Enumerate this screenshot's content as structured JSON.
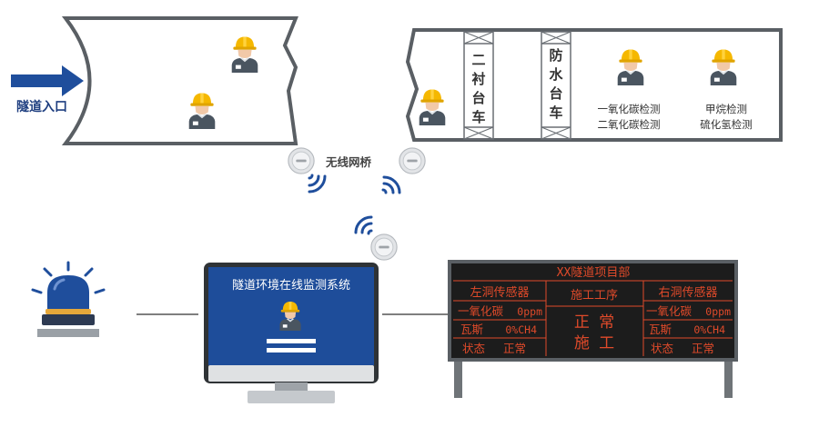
{
  "entrance": {
    "label": "隧道入口",
    "arrow_color": "#1f4e9c"
  },
  "tunnel": {
    "trolleys": [
      {
        "chars": [
          "二",
          "衬",
          "台",
          "车"
        ]
      },
      {
        "chars": [
          "防",
          "水",
          "台",
          "车"
        ]
      }
    ],
    "detectors": [
      {
        "lines": [
          "一氧化碳检测",
          "二氧化碳检测"
        ]
      },
      {
        "lines": [
          "甲烷检测",
          "硫化氢检测"
        ]
      }
    ]
  },
  "bridge": {
    "label": "无线网桥"
  },
  "monitor": {
    "title": "隧道环境在线监测系统",
    "screen_color": "#1e4d9a"
  },
  "board": {
    "title": "XX隧道项目部",
    "left": {
      "header": "左洞传感器",
      "rows": [
        {
          "label": "一氧化碳",
          "value": "0ppm"
        },
        {
          "label": "瓦斯",
          "value": "0%CH4"
        },
        {
          "label": "状态",
          "value": "正常"
        }
      ]
    },
    "center": {
      "header": "施工工序",
      "line1": "正  常",
      "line2": "施  工"
    },
    "right": {
      "header": "右洞传感器",
      "rows": [
        {
          "label": "一氧化碳",
          "value": "0ppm"
        },
        {
          "label": "瓦斯",
          "value": "0%CH4"
        },
        {
          "label": "状态",
          "value": "正常"
        }
      ]
    },
    "led_color": "#e04a2a"
  },
  "colors": {
    "helmet": "#f5b800",
    "worker_body": "#4a5560",
    "signal": "#1f4e9c",
    "alarm_blue": "#1f4e9c"
  }
}
